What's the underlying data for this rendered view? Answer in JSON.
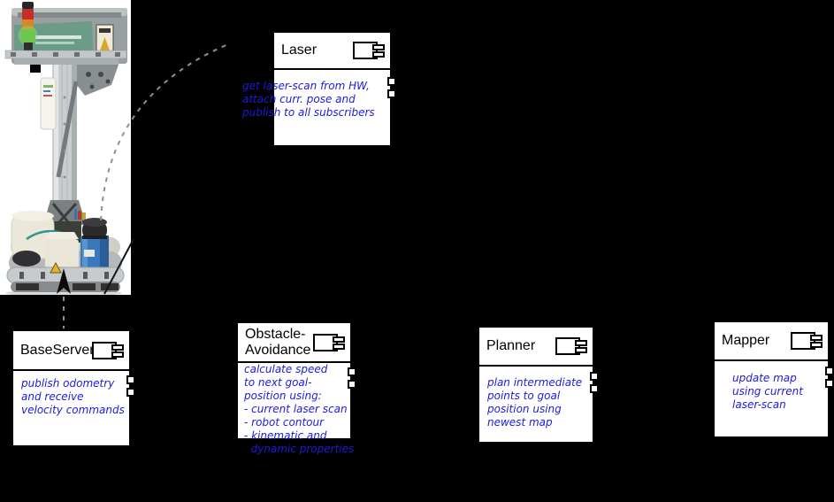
{
  "diagram": {
    "colors": {
      "background": "#000000",
      "box_fill": "#ffffff",
      "border": "#000000",
      "note_blue": "#1b1bdd",
      "connector_gray": "#8f8f8f"
    },
    "components": [
      {
        "title": "Laser",
        "note": "get laser-scan from HW,\nattach curr. pose and\npublish to all subscribers"
      },
      {
        "title": "BaseServer",
        "note": "publish odometry\nand receive\nvelocity commands"
      },
      {
        "title": "Obstacle-\nAvoidance",
        "note": "calculate speed\nto next goal-\nposition using:\n- current laser scan\n- robot contour\n- kinematic and\n  dynamic properties"
      },
      {
        "title": "Planner",
        "note": "plan intermediate\npoints to goal\nposition using\nnewest map"
      },
      {
        "title": "Mapper",
        "note": "update map\nusing current\nlaser-scan"
      }
    ],
    "photo_alt": "mobile service robot with transport crate, signal tower, mast and blue laser scanner"
  }
}
